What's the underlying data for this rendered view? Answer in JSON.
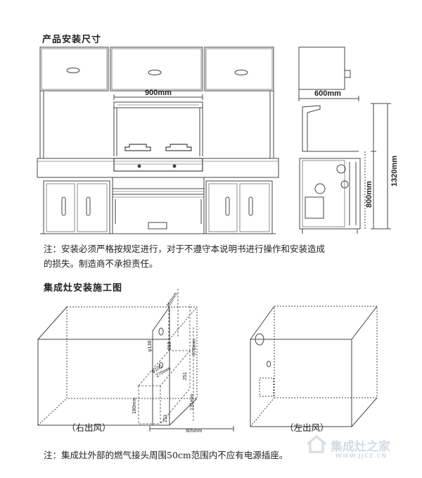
{
  "section1": {
    "title": "产品安装尺寸",
    "dims": {
      "width": "900mm",
      "depth": "600mm",
      "total_height": "1320mm",
      "counter_height": "800mm"
    },
    "note_line1": "注：安装必须严格按规定进行，对于不遵守本说明书进行操作和安装造成",
    "note_line2": "的损失。制造商不承担责任。"
  },
  "section2": {
    "title": "集成灶安装施工图",
    "dims": {
      "d450": "450mm",
      "d138": "φ138",
      "d210": "210",
      "d100": "φ100",
      "d270": "270mm",
      "d251": "251",
      "d678": "678mm",
      "d180": "180mm",
      "d131": "131mm",
      "d211": "211",
      "d905": "905mm"
    },
    "label_right": "（右出风）",
    "label_left": "（左出风）",
    "note": "注：集成灶外部的燃气接头周围50cm范围内不应有电源插座。"
  },
  "watermark": {
    "text": "集成灶之家",
    "url": "WWW.JJCZ.CN"
  }
}
